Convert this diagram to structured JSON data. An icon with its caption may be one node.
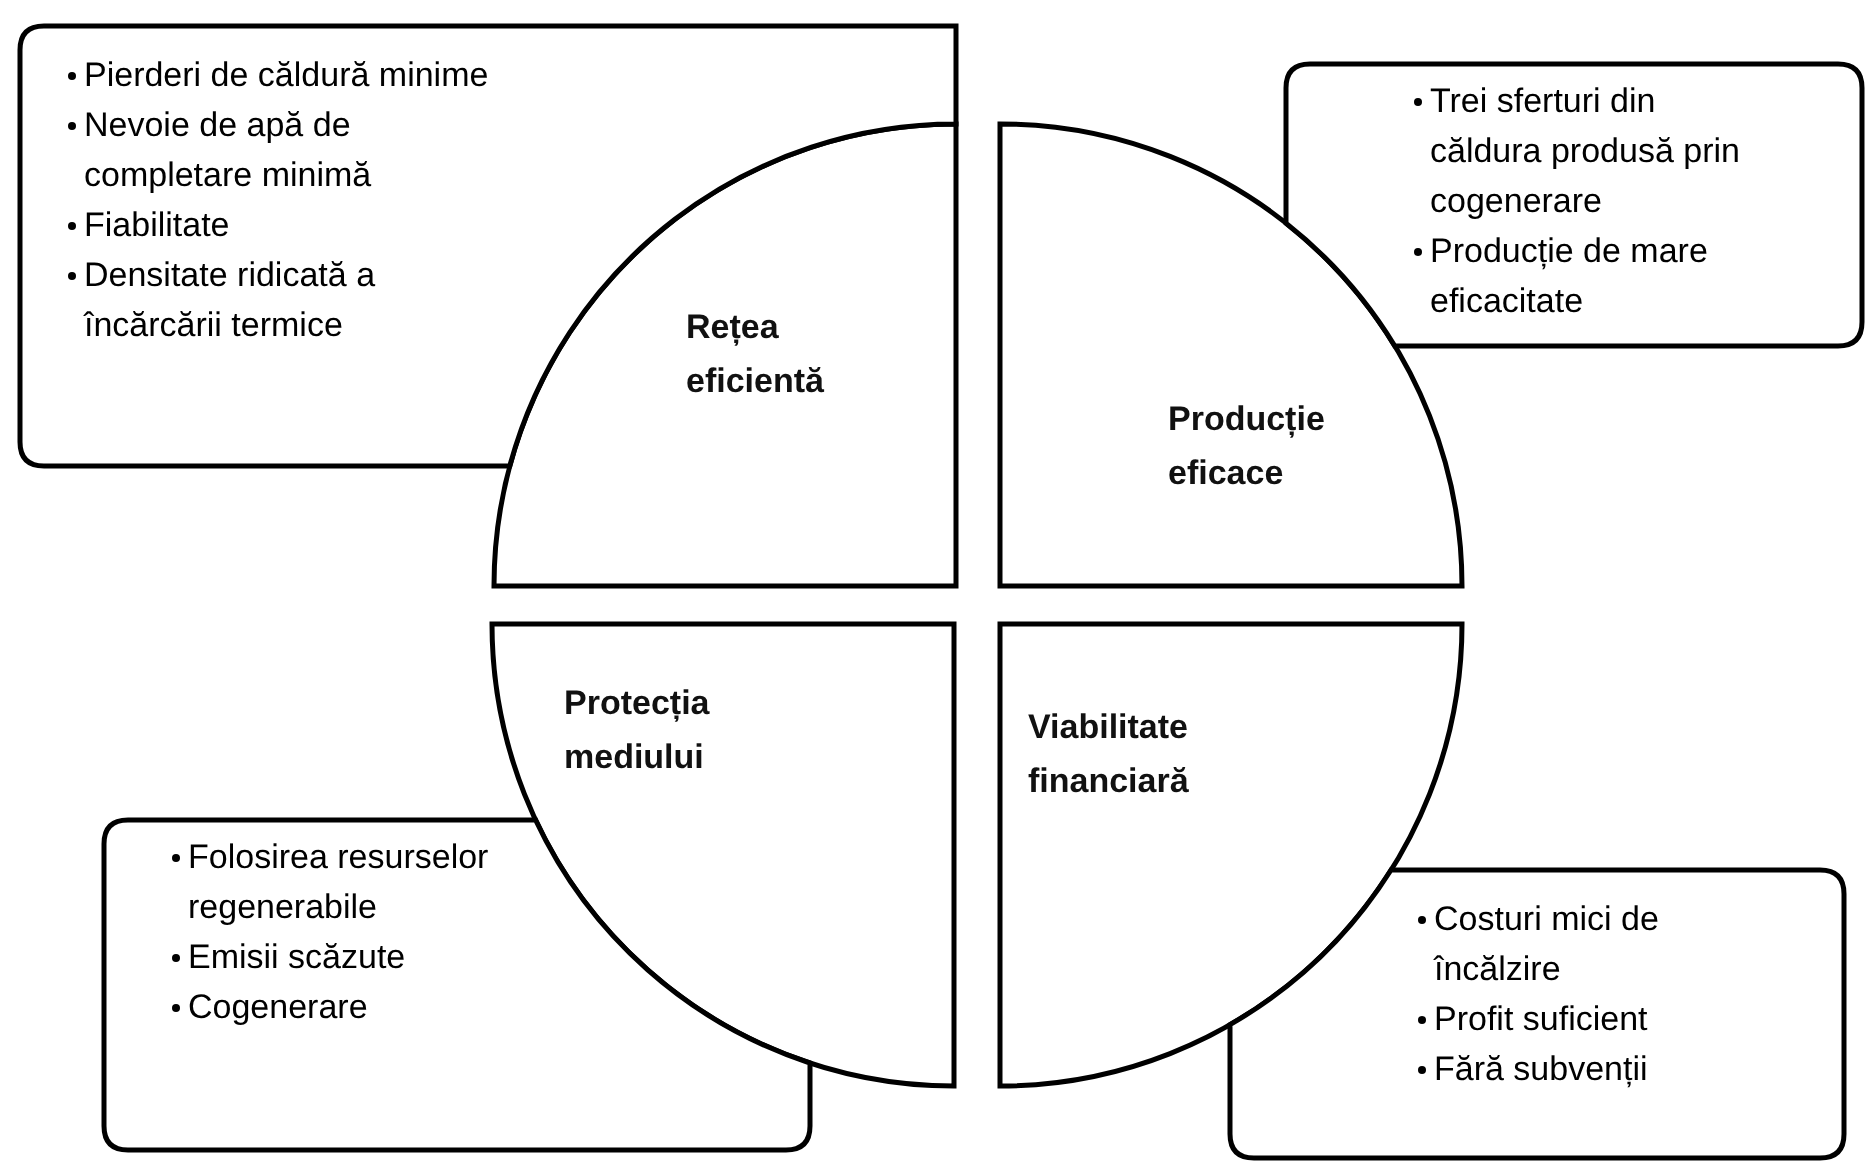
{
  "diagram": {
    "nodes": [
      {
        "text": [
          "Pierderi de căldură minime",
          "Nevoie de apă de completare minimă",
          "Fiabilitate",
          "Densitate ridicată a încărcării termice"
        ]
      },
      {
        "text": [
          "Rețea eficientă"
        ]
      },
      {
        "text": [
          "Trei sferturi din căldura produsă prin cogenerare",
          "Producție de mare eficacitate"
        ]
      },
      {
        "text": [
          "Producție eficace"
        ]
      },
      {
        "text": [
          "Protecția mediului"
        ]
      },
      {
        "text": [
          "Folosirea resurselor regenerabile",
          "Emisii scăzute",
          "Cogenerare"
        ]
      },
      {
        "text": [
          "Viabilitate financiară"
        ]
      },
      {
        "text": [
          "Costuri mici de încălzire",
          "Profit suficient",
          "Fără subvenții"
        ]
      }
    ],
    "edges": []
  }
}
